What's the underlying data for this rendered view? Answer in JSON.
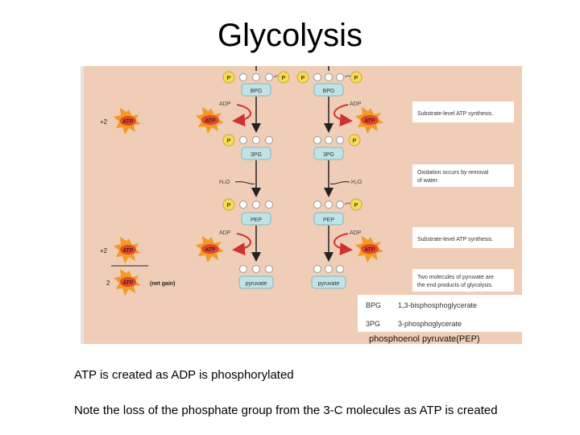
{
  "slide": {
    "title": "Glycolysis",
    "caption_1": "ATP is created as ADP is phosphorylated",
    "caption_2": "Note the loss of the phosphate group from the 3-C molecules as ATP is created"
  },
  "diagram": {
    "molecules": {
      "bpg": "BPG",
      "pg3": "3PG",
      "pep": "PEP",
      "pyruvate": "pyruvate"
    },
    "phosphate": "P",
    "adp": "ADP",
    "atp": "ATP",
    "water": "H₂O",
    "plus_two": "+2",
    "two": "2",
    "net_gain": "(net gain)",
    "notes": [
      "Substrate-level ATP synthesis.",
      "Oxidation occurs by removal",
      "of water.",
      "Substrate-level ATP synthesis.",
      "Two molecules of pyruvate are",
      "the end products of glycolysis."
    ],
    "legend": [
      {
        "abbr": "BPG",
        "name": "1,3-bisphosphoglycerate"
      },
      {
        "abbr": "3PG",
        "name": "3-phosphoglycerate"
      }
    ],
    "pep_label": "phosphoenol pyruvate(PEP)",
    "colors": {
      "background": "#f0cdb6",
      "molecule_box": "#bfe3e6",
      "phosphate": "#f6dc55",
      "atp_star": "#f39a25",
      "reaction_arrow": "#d0312d"
    }
  }
}
